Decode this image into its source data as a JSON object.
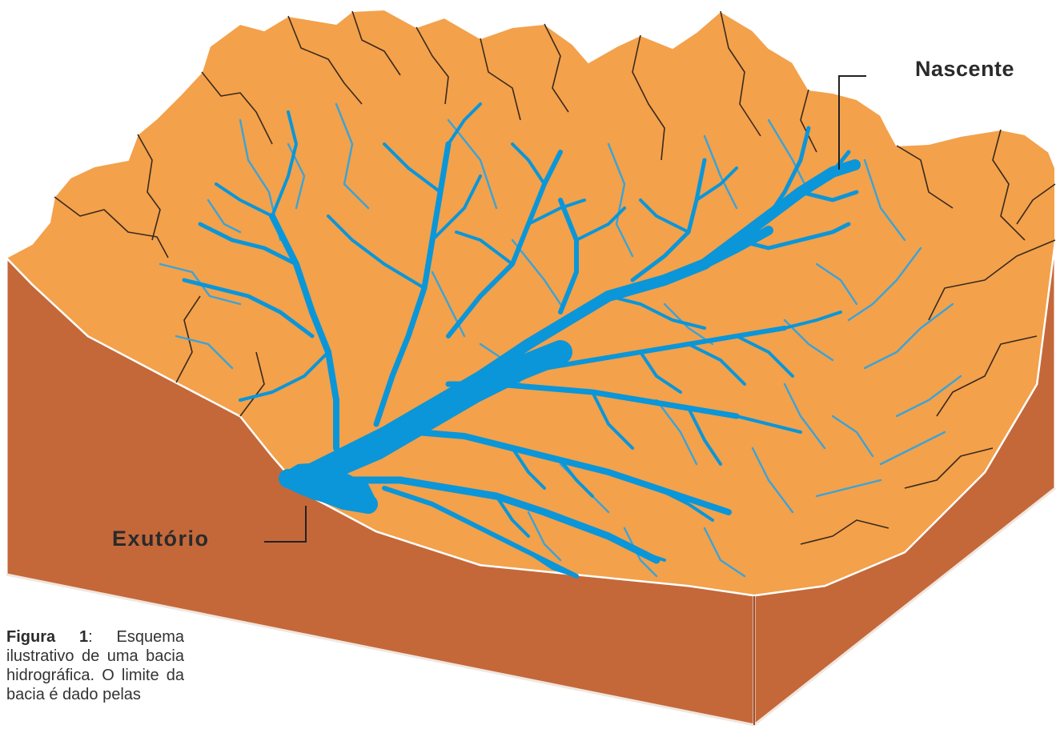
{
  "labels": {
    "source": "Nascente",
    "outlet": "Exutório"
  },
  "caption": {
    "title": "Figura 1",
    "text": ": Esquema ilustrativo de uma bacia hidrográfica. O limite da bacia é dado pelas"
  },
  "colors": {
    "terrain_top": "#f3a14b",
    "terrain_side": "#c4683a",
    "water": "#0a96d9",
    "ridge_lines": "#3a2a1e",
    "leader_lines": "#222222"
  }
}
